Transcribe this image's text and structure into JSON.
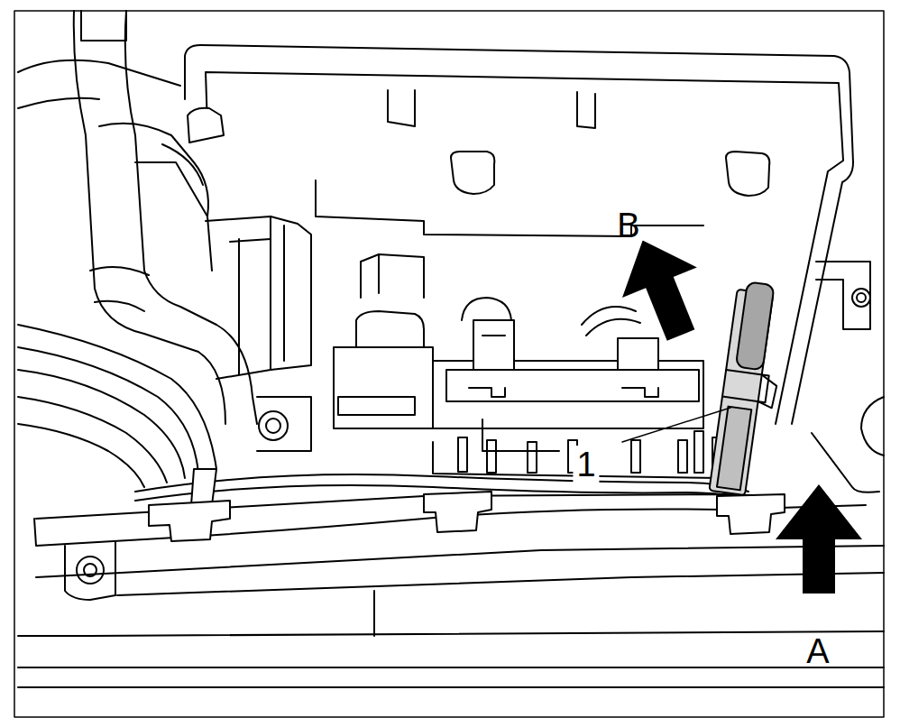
{
  "diagram": {
    "labels": [
      "B",
      "1",
      "A"
    ]
  }
}
